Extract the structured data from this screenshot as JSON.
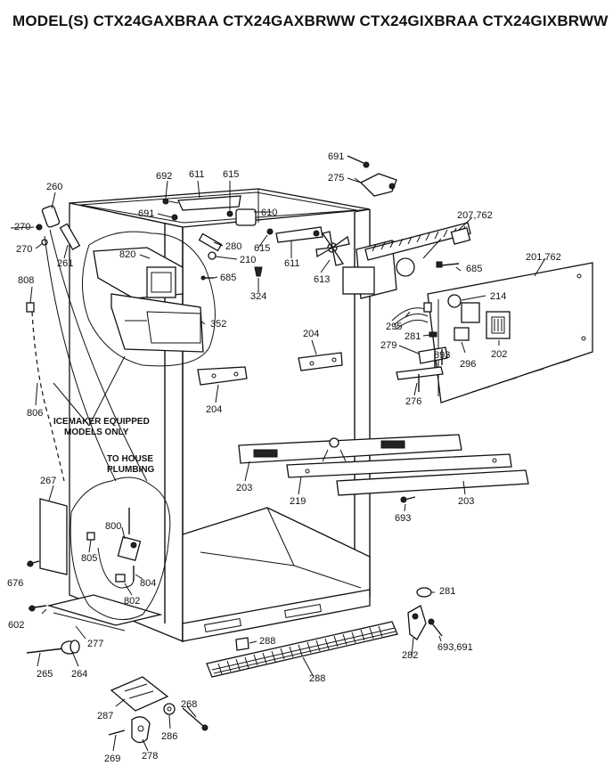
{
  "header": {
    "models": "MODEL(S) CTX24GAXBRAA  CTX24GAXBRWW  CTX24GIXBRAA  CTX24GIXBRWW"
  },
  "notes": {
    "icemaker": [
      "ICEMAKER EQUIPPED",
      "MODELS ONLY"
    ],
    "plumbing": [
      "TO HOUSE",
      "PLUMBING"
    ]
  },
  "parts": {
    "p691_top": "691",
    "p275": "275",
    "p692": "692",
    "p611_top": "611",
    "p615_top": "615",
    "p691_left": "691",
    "p610": "610",
    "p207_762": "207,762",
    "p260": "260",
    "p270_a": "270",
    "p270_b": "270",
    "p261": "261",
    "p820": "820",
    "p280": "280",
    "p615_mid": "615",
    "p210": "210",
    "p611_mid": "611",
    "p613": "613",
    "p685_right": "685",
    "p201_762": "201,762",
    "p808": "808",
    "p685_left": "685",
    "p324": "324",
    "p214": "214",
    "p352": "352",
    "p295": "295",
    "p281_mid": "281",
    "p204_right": "204",
    "p279": "279",
    "p893": "893",
    "p296": "296",
    "p202": "202",
    "p276": "276",
    "p204_left": "204",
    "p806": "806",
    "p203_left": "203",
    "p219": "219",
    "p203_right": "203",
    "p267": "267",
    "p693_mid": "693",
    "p800": "800",
    "p805": "805",
    "p804": "804",
    "p802": "802",
    "p676": "676",
    "p281_bot": "281",
    "p602": "602",
    "p693_691": "693,691",
    "p277": "277",
    "p288_a": "288",
    "p282": "282",
    "p265": "265",
    "p264": "264",
    "p288_b": "288",
    "p268": "268",
    "p287": "287",
    "p286": "286",
    "p269": "269",
    "p278": "278"
  }
}
